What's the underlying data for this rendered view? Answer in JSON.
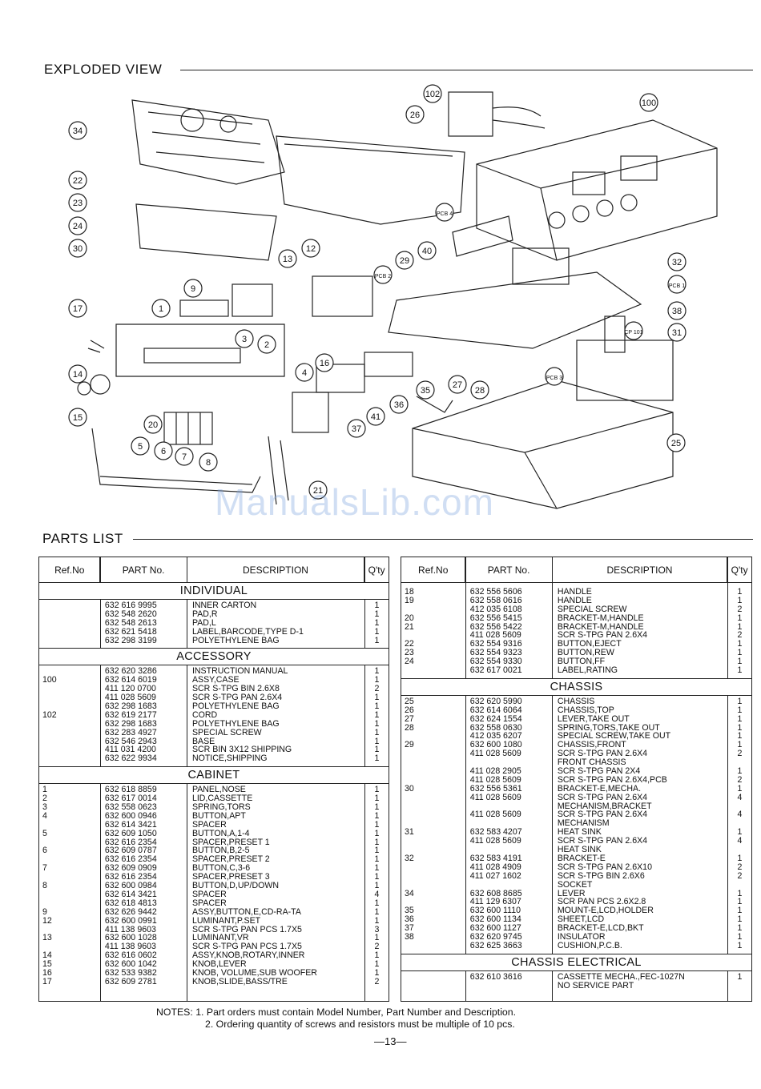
{
  "headings": {
    "exploded_view": "EXPLODED VIEW",
    "parts_list": "PARTS LIST"
  },
  "watermark": "ManualsLib.com",
  "table_headers": {
    "ref": "Ref.No",
    "part": "PART No.",
    "desc": "DESCRIPTION",
    "qty": "Q'ty"
  },
  "diagram_callouts": [
    "102",
    "26",
    "100",
    "34",
    "22",
    "23",
    "24",
    "30",
    "PCB 4",
    "12",
    "13",
    "40",
    "29",
    "PCB 2",
    "32",
    "PCB 1",
    "9",
    "1",
    "17",
    "38",
    "CP 101",
    "31",
    "3",
    "2",
    "16",
    "4",
    "PCB 3",
    "14",
    "35",
    "27",
    "28",
    "36",
    "15",
    "41",
    "37",
    "20",
    "5",
    "6",
    "7",
    "8",
    "25",
    "21"
  ],
  "left_table": [
    {
      "title": "INDIVIDUAL",
      "rows": [
        [
          "",
          "632 616 9995",
          "INNER CARTON",
          "1"
        ],
        [
          "",
          "632 548 2620",
          "PAD,R",
          "1"
        ],
        [
          "",
          "632 548 2613",
          "PAD,L",
          "1"
        ],
        [
          "",
          "632 621 5418",
          "LABEL,BARCODE,TYPE D-1",
          "1"
        ],
        [
          "",
          "632 298 3199",
          "POLYETHYLENE BAG",
          "1"
        ]
      ]
    },
    {
      "title": "ACCESSORY",
      "rows": [
        [
          "",
          "632 620 3286",
          "INSTRUCTION MANUAL",
          "1"
        ],
        [
          "100",
          "632 614 6019",
          "ASSY,CASE",
          "1"
        ],
        [
          "",
          "411 120 0700",
          "SCR S-TPG BIN 2.6X8",
          "2"
        ],
        [
          "",
          "411 028 5609",
          "SCR S-TPG PAN 2.6X4",
          "1"
        ],
        [
          "",
          "632 298 1683",
          "POLYETHYLENE BAG",
          "1"
        ],
        [
          "102",
          "632 619 2177",
          "CORD",
          "1"
        ],
        [
          "",
          "632 298 1683",
          "POLYETHYLENE BAG",
          "1"
        ],
        [
          "",
          "632 283 4927",
          "SPECIAL SCREW",
          "1"
        ],
        [
          "",
          "632 546 2943",
          "BASE",
          "1"
        ],
        [
          "",
          "411 031 4200",
          "SCR BIN 3X12 SHIPPING",
          "1"
        ],
        [
          "",
          "632 622 9934",
          "NOTICE,SHIPPING",
          "1"
        ]
      ]
    },
    {
      "title": "CABINET",
      "rows": [
        [
          "1",
          "632 618 8859",
          "PANEL,NOSE",
          "1"
        ],
        [
          "2",
          "632 617 0014",
          "LID,CASSETTE",
          "1"
        ],
        [
          "3",
          "632 558 0623",
          "SPRING,TORS",
          "1"
        ],
        [
          "4",
          "632 600 0946",
          "BUTTON,APT",
          "1"
        ],
        [
          "",
          "632 614 3421",
          "SPACER",
          "1"
        ],
        [
          "5",
          "632 609 1050",
          "BUTTON,A,1-4",
          "1"
        ],
        [
          "",
          "632 616 2354",
          "SPACER,PRESET 1",
          "1"
        ],
        [
          "6",
          "632 609 0787",
          "BUTTON,B,2-5",
          "1"
        ],
        [
          "",
          "632 616 2354",
          "SPACER,PRESET 2",
          "1"
        ],
        [
          "7",
          "632 609 0909",
          "BUTTON,C,3-6",
          "1"
        ],
        [
          "",
          "632 616 2354",
          "SPACER,PRESET 3",
          "1"
        ],
        [
          "8",
          "632 600 0984",
          "BUTTON,D,UP/DOWN",
          "1"
        ],
        [
          "",
          "632 614 3421",
          "SPACER",
          "4"
        ],
        [
          "",
          "632 618 4813",
          "SPACER",
          "1"
        ],
        [
          "9",
          "632 626 9442",
          "ASSY,BUTTON,E,CD-RA-TA",
          "1"
        ],
        [
          "12",
          "632 600 0991",
          "LUMINANT,P.SET",
          "1"
        ],
        [
          "",
          "411 138 9603",
          "SCR S-TPG PAN PCS 1.7X5",
          "3"
        ],
        [
          "13",
          "632 600 1028",
          "LUMINANT,VR",
          "1"
        ],
        [
          "",
          "411 138 9603",
          "SCR S-TPG PAN PCS 1.7X5",
          "2"
        ],
        [
          "14",
          "632 616 0602",
          "ASSY,KNOB,ROTARY,INNER",
          "1"
        ],
        [
          "15",
          "632 600 1042",
          "KNOB,LEVER",
          "1"
        ],
        [
          "16",
          "632 533 9382",
          "KNOB, VOLUME,SUB WOOFER",
          "1"
        ],
        [
          "17",
          "632 609 2781",
          "KNOB,SLIDE,BASS/TRE",
          "2"
        ]
      ]
    }
  ],
  "right_table": [
    {
      "title": "",
      "rows": [
        [
          "18",
          "632 556 5606",
          "HANDLE",
          "1"
        ],
        [
          "19",
          "632 558 0616",
          "HANDLE",
          "1"
        ],
        [
          "",
          "412 035 6108",
          "SPECIAL SCREW",
          "2"
        ],
        [
          "20",
          "632 556 5415",
          "BRACKET-M,HANDLE",
          "1"
        ],
        [
          "21",
          "632 556 5422",
          "BRACKET-M,HANDLE",
          "1"
        ],
        [
          "",
          "411 028 5609",
          "SCR S-TPG PAN 2.6X4",
          "2"
        ],
        [
          "22",
          "632 554 9316",
          "BUTTON,EJECT",
          "1"
        ],
        [
          "23",
          "632 554 9323",
          "BUTTON,REW",
          "1"
        ],
        [
          "24",
          "632 554 9330",
          "BUTTON,FF",
          "1"
        ],
        [
          "",
          "632 617 0021",
          "LABEL,RATING",
          "1"
        ]
      ]
    },
    {
      "title": "CHASSIS",
      "rows": [
        [
          "25",
          "632 620 5990",
          "CHASSIS",
          "1"
        ],
        [
          "26",
          "632 614 6064",
          "CHASSIS,TOP",
          "1"
        ],
        [
          "27",
          "632 624 1554",
          "LEVER,TAKE OUT",
          "1"
        ],
        [
          "28",
          "632 558 0630",
          "SPRING,TORS,TAKE OUT",
          "1"
        ],
        [
          "",
          "412 035 6207",
          "SPECIAL SCREW,TAKE OUT",
          "1"
        ],
        [
          "29",
          "632 600 1080",
          "CHASSIS,FRONT",
          "1"
        ],
        [
          "",
          "411 028 5609",
          "SCR S-TPG PAN 2.6X4",
          "2"
        ],
        [
          "",
          "",
          "FRONT CHASSIS",
          ""
        ],
        [
          "",
          "411 028 2905",
          "SCR S-TPG PAN 2X4",
          "1"
        ],
        [
          "",
          "411 028 5609",
          "SCR S-TPG PAN 2.6X4,PCB",
          "2"
        ],
        [
          "30",
          "632 556 5361",
          "BRACKET-E,MECHA.",
          "1"
        ],
        [
          "",
          "411 028 5609",
          "SCR S-TPG PAN 2.6X4",
          "4"
        ],
        [
          "",
          "",
          "MECHANISM,BRACKET",
          ""
        ],
        [
          "",
          "411 028 5609",
          "SCR S-TPG PAN 2.6X4",
          "4"
        ],
        [
          "",
          "",
          "MECHANISM",
          ""
        ],
        [
          "31",
          "632 583 4207",
          "HEAT SINK",
          "1"
        ],
        [
          "",
          "411 028 5609",
          "SCR S-TPG PAN 2.6X4",
          "4"
        ],
        [
          "",
          "",
          "HEAT SINK",
          ""
        ],
        [
          "32",
          "632 583 4191",
          "BRACKET-E",
          "1"
        ],
        [
          "",
          "411 028 4909",
          "SCR S-TPG PAN 2.6X10",
          "2"
        ],
        [
          "",
          "411 027 1602",
          "SCR S-TPG BIN 2.6X6",
          "2"
        ],
        [
          "",
          "",
          "SOCKET",
          ""
        ],
        [
          "34",
          "632 608 8685",
          "LEVER",
          "1"
        ],
        [
          "",
          "411 129 6307",
          "SCR PAN PCS 2.6X2.8",
          "1"
        ],
        [
          "35",
          "632 600 1110",
          "MOUNT-E,LCD,HOLDER",
          "1"
        ],
        [
          "36",
          "632 600 1134",
          "SHEET,LCD",
          "1"
        ],
        [
          "37",
          "632 600 1127",
          "BRACKET-E,LCD,BKT",
          "1"
        ],
        [
          "38",
          "632 620 9745",
          "INSULATOR",
          "1"
        ],
        [
          "",
          "632 625 3663",
          "CUSHION,P.C.B.",
          "1"
        ]
      ]
    },
    {
      "title": "CHASSIS ELECTRICAL",
      "rows": [
        [
          "",
          "632 610 3616",
          "CASSETTE MECHA.,FEC-1027N",
          "1"
        ],
        [
          "",
          "",
          "NO SERVICE PART",
          ""
        ]
      ]
    }
  ],
  "notes": {
    "line1": "NOTES: 1. Part orders must contain Model Number, Part Number and Description.",
    "line2": "2. Ordering quantity of screws and resistors must be multiple of 10 pcs."
  },
  "page_number": "—13—"
}
